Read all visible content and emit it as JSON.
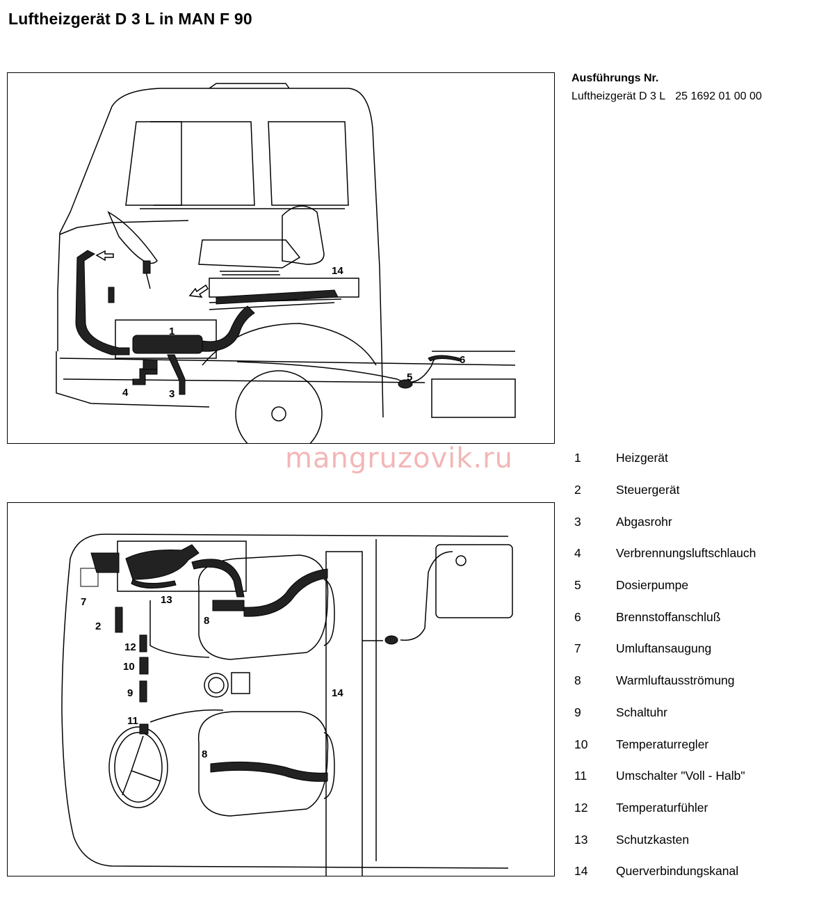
{
  "title": "Luftheizgerät D 3 L in MAN F 90",
  "variant": {
    "heading": "Ausführungs Nr.",
    "name": "Luftheizgerät D 3 L",
    "number": "25 1692 01 00 00"
  },
  "watermark": "mangruzovik.ru",
  "side_view_callouts": [
    "1",
    "3",
    "4",
    "5",
    "6",
    "14"
  ],
  "top_view_callouts": [
    "2",
    "7",
    "8",
    "8",
    "9",
    "10",
    "11",
    "12",
    "13",
    "14"
  ],
  "legend": [
    {
      "num": "1",
      "label": "Heizgerät"
    },
    {
      "num": "2",
      "label": "Steuergerät"
    },
    {
      "num": "3",
      "label": "Abgasrohr"
    },
    {
      "num": "4",
      "label": "Verbrennungsluftschlauch"
    },
    {
      "num": "5",
      "label": "Dosierpumpe"
    },
    {
      "num": "6",
      "label": "Brennstoffanschluß"
    },
    {
      "num": "7",
      "label": "Umluftansaugung"
    },
    {
      "num": "8",
      "label": "Warmluftausströmung"
    },
    {
      "num": "9",
      "label": "Schaltuhr"
    },
    {
      "num": "10",
      "label": "Temperaturregler"
    },
    {
      "num": "11",
      "label": "Umschalter \"Voll - Halb\""
    },
    {
      "num": "12",
      "label": "Temperaturfühler"
    },
    {
      "num": "13",
      "label": "Schutzkasten"
    },
    {
      "num": "14",
      "label": "Querverbindungskanal"
    }
  ]
}
